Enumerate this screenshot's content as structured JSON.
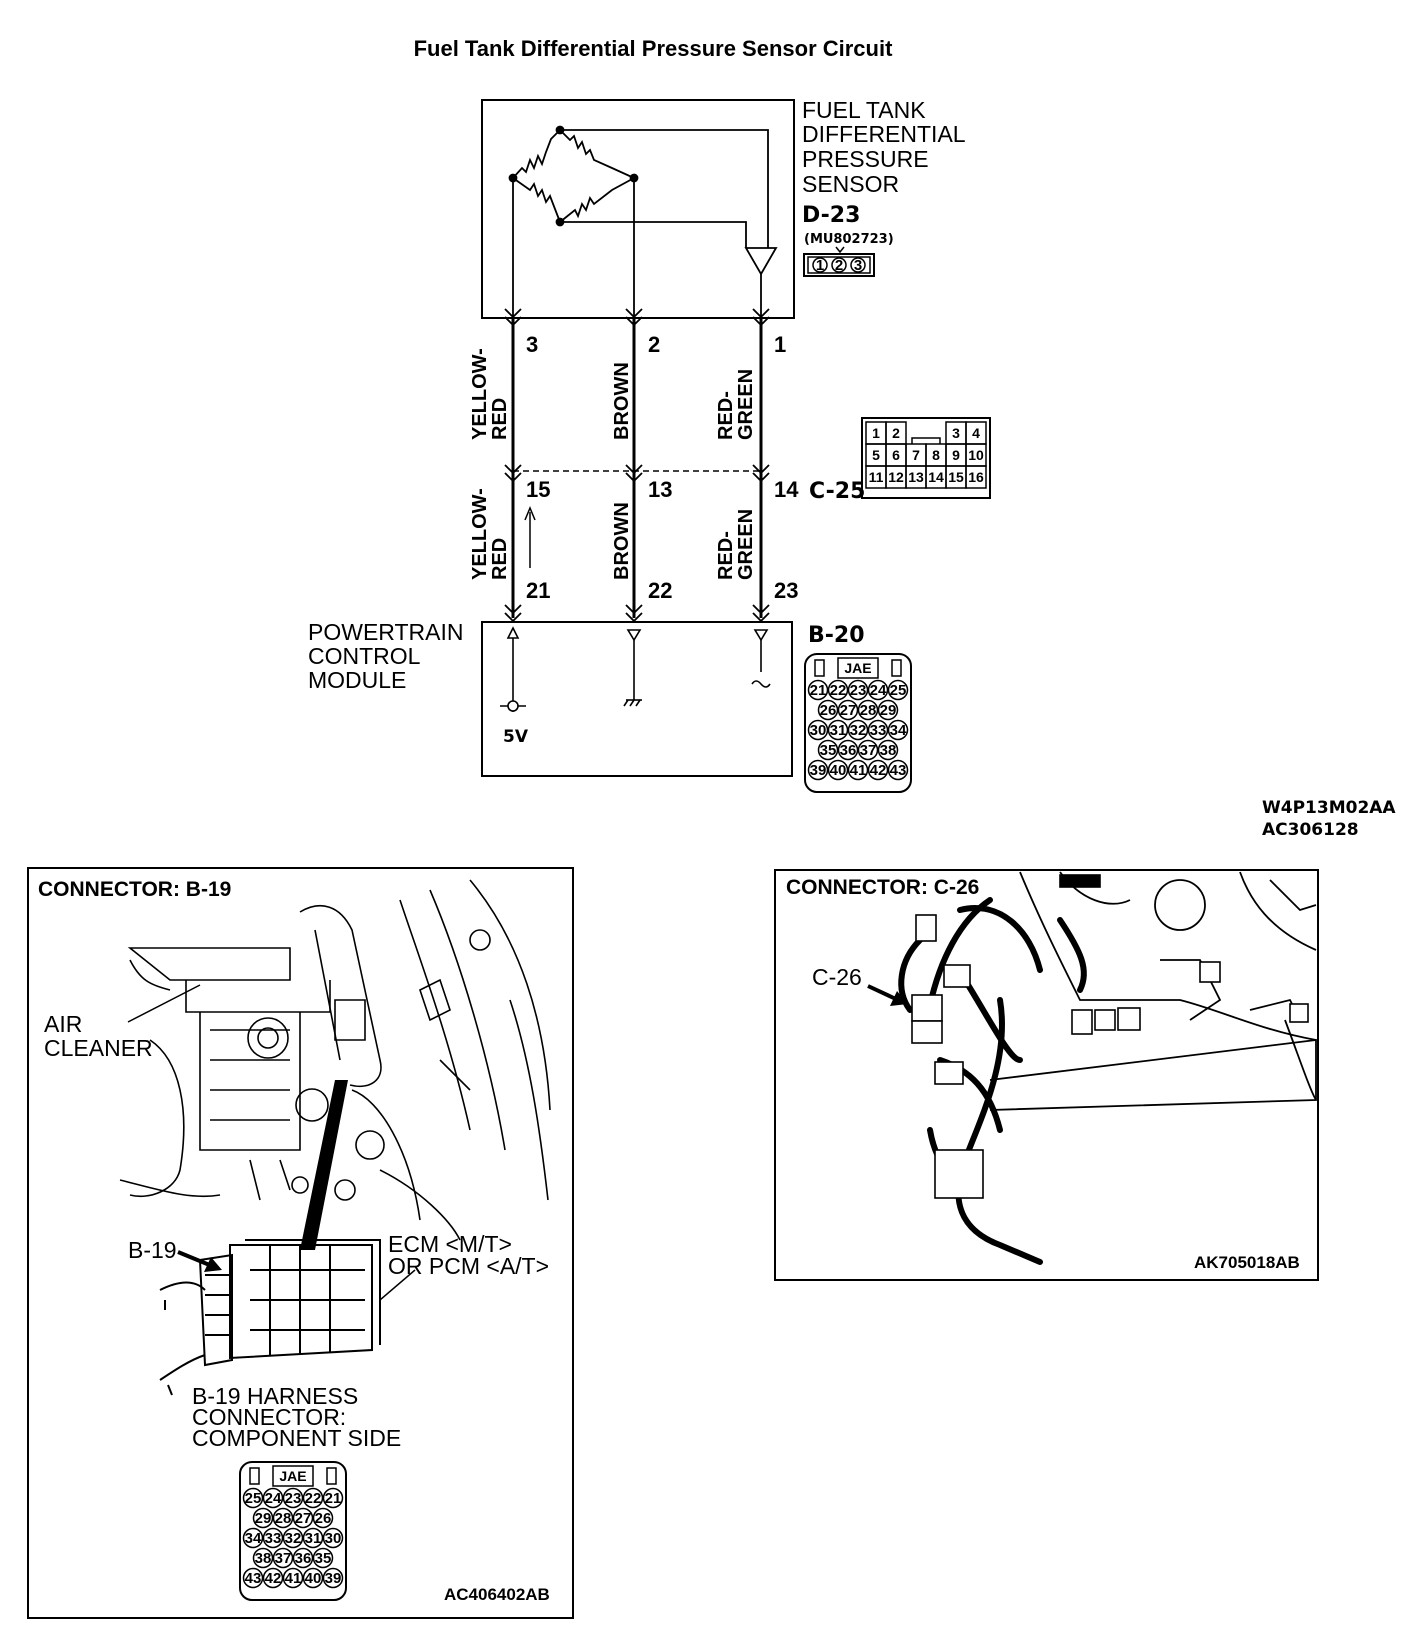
{
  "title": "Fuel Tank Differential Pressure Sensor Circuit",
  "sensor": {
    "name_lines": [
      "FUEL TANK",
      "DIFFERENTIAL",
      "PRESSURE",
      "SENSOR"
    ],
    "connector": "D-23",
    "part_number": "(MU802723)",
    "pins": [
      "1",
      "2",
      "3"
    ]
  },
  "wires": [
    {
      "color_lines": [
        "YELLOW-",
        "RED"
      ],
      "sensor_pin": "3",
      "c25_pin": "15",
      "pcm_pin": "21"
    },
    {
      "color_lines": [
        "BROWN"
      ],
      "sensor_pin": "2",
      "c25_pin": "13",
      "pcm_pin": "22"
    },
    {
      "color_lines": [
        "RED-",
        "GREEN"
      ],
      "sensor_pin": "1",
      "c25_pin": "14",
      "pcm_pin": "23"
    }
  ],
  "c25": {
    "label": "C-25",
    "rows": [
      [
        "1",
        "2",
        "",
        "",
        "3",
        "4"
      ],
      [
        "5",
        "6",
        "7",
        "8",
        "9",
        "10"
      ],
      [
        "11",
        "12",
        "13",
        "14",
        "15",
        "16"
      ]
    ]
  },
  "pcm": {
    "name_lines": [
      "POWERTRAIN",
      "CONTROL",
      "MODULE"
    ],
    "connector": "B-20",
    "voltage": "5V",
    "jae": "JAE",
    "rows": [
      [
        "21",
        "22",
        "23",
        "24",
        "25"
      ],
      [
        "26",
        "27",
        "28",
        "29"
      ],
      [
        "30",
        "31",
        "32",
        "33",
        "34"
      ],
      [
        "35",
        "36",
        "37",
        "38"
      ],
      [
        "39",
        "40",
        "41",
        "42",
        "43"
      ]
    ]
  },
  "diagram_codes": [
    "W4P13M02AA",
    "AC306128"
  ],
  "panel_b19": {
    "title": "CONNECTOR: B-19",
    "air_cleaner_lines": [
      "AIR",
      "CLEANER"
    ],
    "pointer_label": "B-19",
    "ecm_lines": [
      "ECM <M/T>",
      "OR PCM <A/T>"
    ],
    "harness_lines": [
      "B-19 HARNESS",
      "CONNECTOR:",
      "COMPONENT SIDE"
    ],
    "jae": "JAE",
    "rows": [
      [
        "25",
        "24",
        "23",
        "22",
        "21"
      ],
      [
        "29",
        "28",
        "27",
        "26"
      ],
      [
        "34",
        "33",
        "32",
        "31",
        "30"
      ],
      [
        "38",
        "37",
        "36",
        "35"
      ],
      [
        "43",
        "42",
        "41",
        "40",
        "39"
      ]
    ],
    "code": "AC406402AB"
  },
  "panel_c26": {
    "title": "CONNECTOR: C-26",
    "pointer_label": "C-26",
    "code": "AK705018AB"
  }
}
